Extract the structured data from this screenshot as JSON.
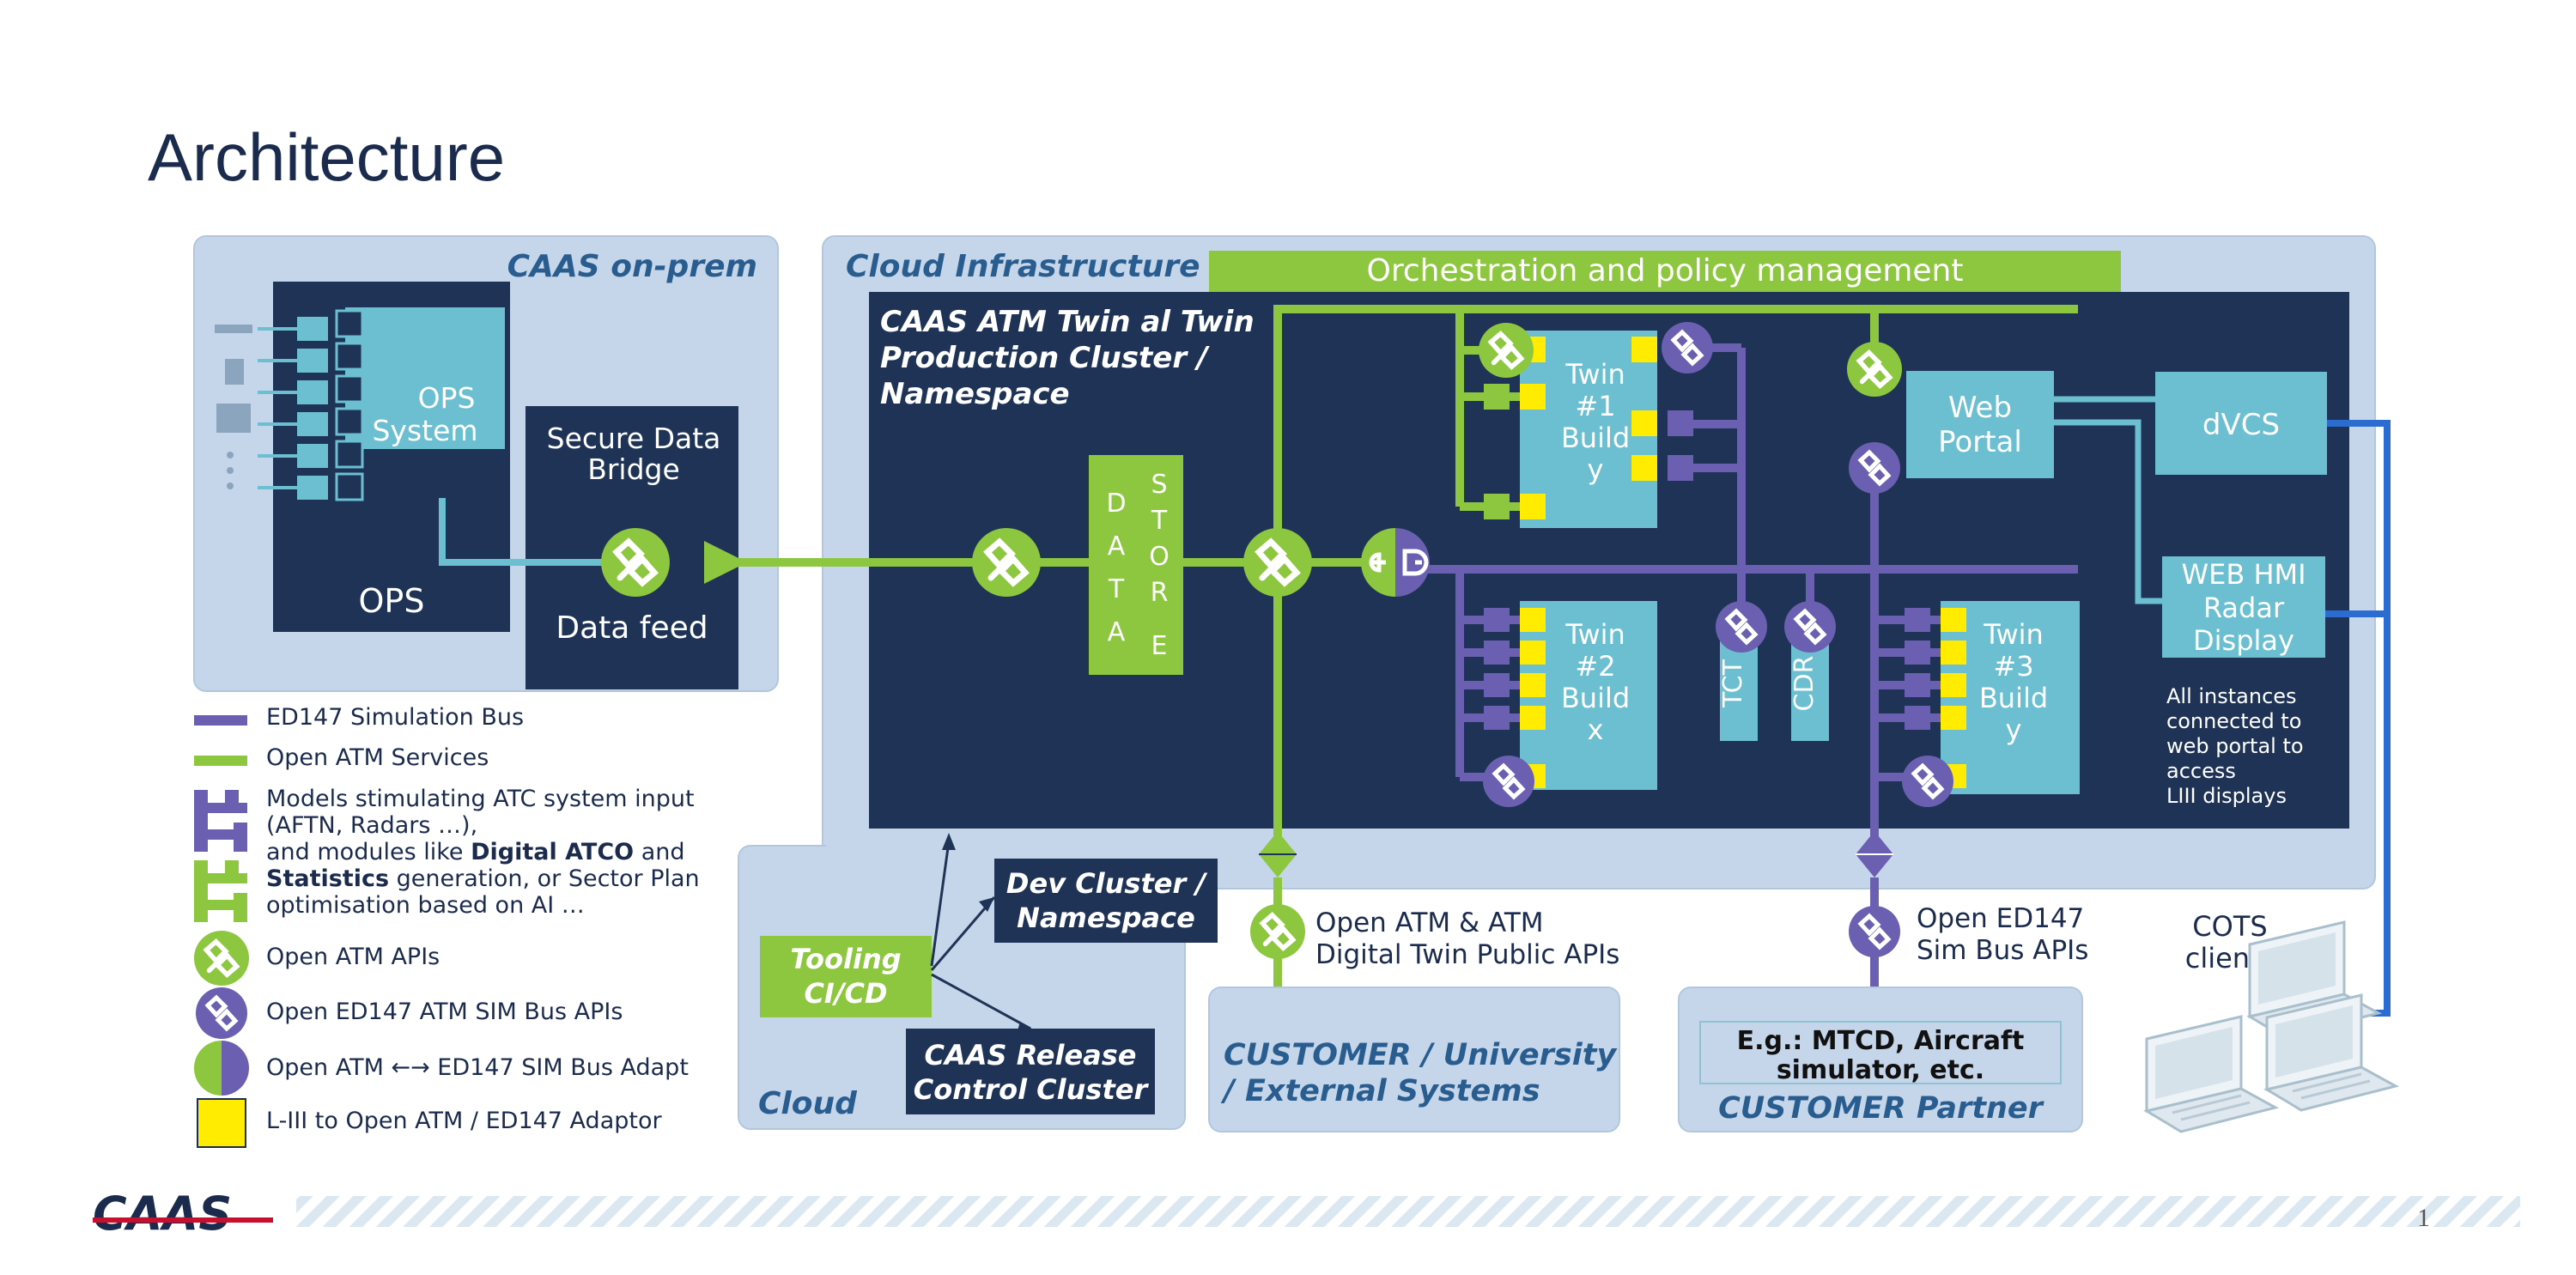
{
  "slide": {
    "title": "Architecture",
    "page_number": "1",
    "logo_text": "CAAS"
  },
  "colors": {
    "navy": "#1b2b4d",
    "light_blue_bg": "#c6d6ea",
    "teal": "#6bbfd1",
    "green": "#8dc63f",
    "purple": "#6a5fb0",
    "yellow": "#ffec00",
    "blue_line": "#2a6ccf",
    "logo_red": "#c8102e"
  },
  "onprem": {
    "label": "CAAS on-prem",
    "ops_system": [
      "OPS",
      "System"
    ],
    "ops": "OPS",
    "secure_bridge": [
      "Secure Data",
      "Bridge"
    ],
    "data_feed": "Data feed"
  },
  "cloud_infra": {
    "label": "Cloud Infrastructure",
    "orchestration": "Orchestration and policy management",
    "cluster_title": [
      "CAAS ATM Twin al Twin",
      "Production Cluster /",
      "Namespace"
    ],
    "data_store_left": [
      "D",
      "A",
      "T",
      "A"
    ],
    "data_store_right": [
      "S",
      "T",
      "O",
      "R",
      "E"
    ],
    "twin1": [
      "Twin",
      "#1",
      "Build",
      "y"
    ],
    "twin2": [
      "Twin",
      "#2",
      "Build",
      "x"
    ],
    "twin3": [
      "Twin",
      "#3",
      "Build",
      "y"
    ],
    "tct": "TCT",
    "cdr": "CDR",
    "web_portal": [
      "Web",
      "Portal"
    ],
    "dvcs": "dVCS",
    "web_hmi": [
      "WEB HMI",
      "Radar",
      "Display"
    ],
    "note": [
      "All instances",
      "connected to",
      "web portal to",
      "access",
      "LIII displays"
    ]
  },
  "cloud": {
    "label": "Cloud",
    "tooling": [
      "Tooling",
      "CI/CD"
    ],
    "dev_cluster": [
      "Dev Cluster /",
      "Namespace"
    ],
    "release_cluster": [
      "CAAS Release",
      "Control Cluster"
    ]
  },
  "apis": {
    "open_atm": [
      "Open ATM & ATM",
      "Digital Twin Public APIs"
    ],
    "open_ed147": [
      "Open ED147",
      "Sim Bus APIs"
    ]
  },
  "customers": {
    "university": [
      "CUSTOMER / University",
      "/ External Systems"
    ],
    "partner_example": [
      "E.g.: MTCD, Aircraft",
      "simulator, etc."
    ],
    "partner": "CUSTOMER Partner",
    "cots": [
      "COTS",
      "clients"
    ]
  },
  "legend": {
    "sim_bus": "ED147 Simulation Bus",
    "open_atm_services": "Open ATM Services",
    "models_lines": [
      "Models stimulating ATC system input",
      "(AFTN, Radars …),"
    ],
    "models_line3_pre": "and modules like ",
    "models_line3_bold": "Digital ATCO",
    "models_line3_post": " and",
    "models_line4_bold": "Statistics",
    "models_line4_post": " generation, or Sector Plan",
    "models_line5": "optimisation based on AI …",
    "open_atm_apis": "Open ATM APIs",
    "ed147_apis": "Open ED147 ATM SIM Bus APIs",
    "adapt": "Open ATM ←→ ED147 SIM Bus Adapt",
    "adaptor": "L-III to Open ATM / ED147 Adaptor"
  }
}
